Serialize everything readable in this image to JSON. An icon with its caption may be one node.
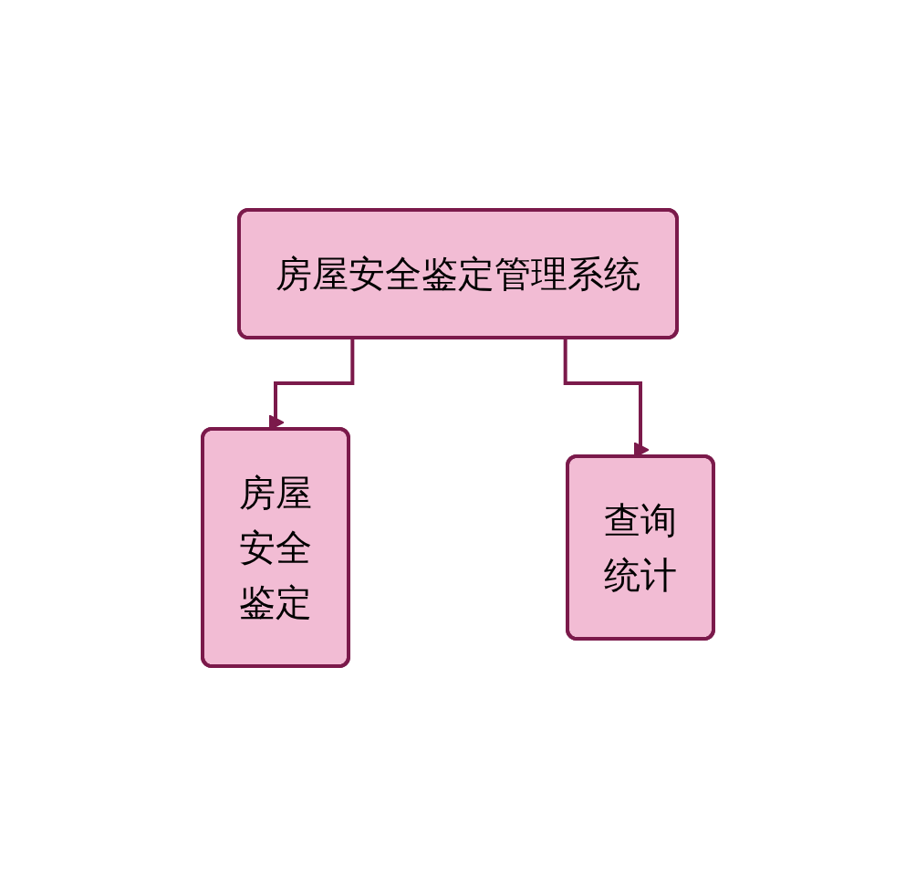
{
  "diagram": {
    "nodes": [
      {
        "text": [
          "房屋安全鉴定管理系统"
        ]
      },
      {
        "text": [
          "房屋安全鉴定"
        ]
      },
      {
        "text": [
          "查询统计"
        ]
      }
    ],
    "edges": [
      {
        "from": 0,
        "to": 1,
        "arrow": "to"
      },
      {
        "from": 0,
        "to": 2,
        "arrow": "to"
      }
    ]
  }
}
